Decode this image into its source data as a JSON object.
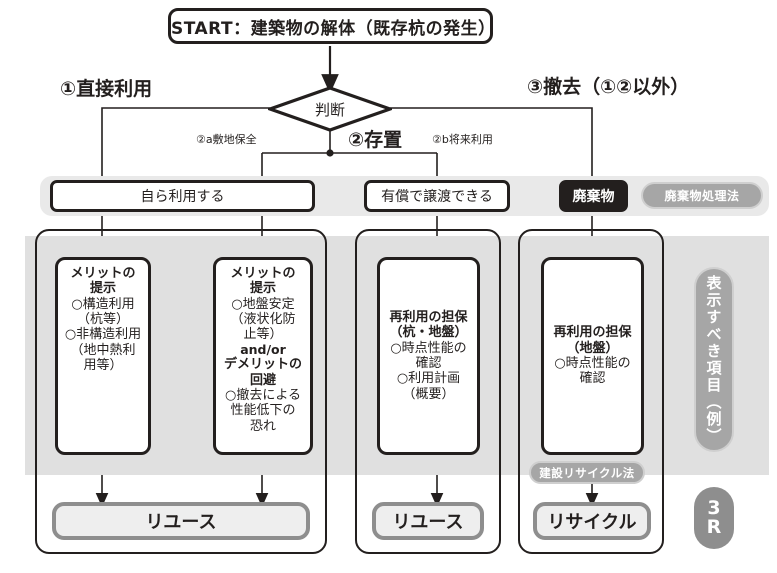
{
  "start": {
    "label": "START：建築物の解体（既存杭の発生）"
  },
  "decision": {
    "label": "判断"
  },
  "branches": {
    "one": "①直接利用",
    "two": "②存置",
    "three": "③撤去（①②以外）",
    "two_a": "②a敷地保全",
    "two_b": "②b将来利用"
  },
  "options": [
    {
      "label": "自ら利用する",
      "style": "light"
    },
    {
      "label": "有償で譲渡できる",
      "style": "light"
    },
    {
      "label": "廃棄物",
      "style": "dark"
    }
  ],
  "law_badges": {
    "waste": "廃棄物処理法",
    "construction_recycle": "建設リサイクル法"
  },
  "details": [
    {
      "name": "merit-structural",
      "lines": [
        {
          "text": "メリットの",
          "type": "hd"
        },
        {
          "text": "提示",
          "type": "hd"
        },
        {
          "text": "○構造利用",
          "type": "li"
        },
        {
          "text": "（杭等）",
          "type": "li"
        },
        {
          "text": "○非構造利用",
          "type": "li"
        },
        {
          "text": "（地中熱利",
          "type": "li"
        },
        {
          "text": "用等）",
          "type": "li"
        }
      ]
    },
    {
      "name": "merit-ground",
      "lines": [
        {
          "text": "メリットの",
          "type": "hd"
        },
        {
          "text": "提示",
          "type": "hd"
        },
        {
          "text": "○地盤安定",
          "type": "li"
        },
        {
          "text": "（液状化防",
          "type": "li"
        },
        {
          "text": "止等）",
          "type": "li"
        },
        {
          "text": "and/or",
          "type": "mid"
        },
        {
          "text": "デメリットの",
          "type": "hd"
        },
        {
          "text": "回避",
          "type": "hd"
        },
        {
          "text": "○撤去による",
          "type": "li"
        },
        {
          "text": "性能低下の",
          "type": "li"
        },
        {
          "text": "恐れ",
          "type": "li"
        }
      ]
    },
    {
      "name": "reuse-guarantee-pile-ground",
      "lines": [
        {
          "text": "再利用の担保",
          "type": "hd"
        },
        {
          "text": "（杭・地盤）",
          "type": "hd"
        },
        {
          "text": "○時点性能の",
          "type": "li"
        },
        {
          "text": "確認",
          "type": "li"
        },
        {
          "text": "○利用計画",
          "type": "li"
        },
        {
          "text": "（概要）",
          "type": "li"
        }
      ]
    },
    {
      "name": "reuse-guarantee-ground",
      "lines": [
        {
          "text": "再利用の担保",
          "type": "hd"
        },
        {
          "text": "（地盤）",
          "type": "hd"
        },
        {
          "text": "○時点性能の",
          "type": "li"
        },
        {
          "text": "確認",
          "type": "li"
        }
      ]
    }
  ],
  "outcomes": [
    {
      "label": "リユース"
    },
    {
      "label": "リユース"
    },
    {
      "label": "リサイクル"
    }
  ],
  "side": {
    "vertical_label": "表示すべき項目（例）",
    "three_r_top": "3",
    "three_r_bottom": "R"
  },
  "colors": {
    "ink": "#231f1e",
    "band_gray": "#e9e9e9",
    "panel_gray": "#e0e0e0",
    "pill_gray": "#a6a6a6",
    "outcome_border": "#8e8e8e",
    "outcome_fill": "#eeeeee"
  }
}
